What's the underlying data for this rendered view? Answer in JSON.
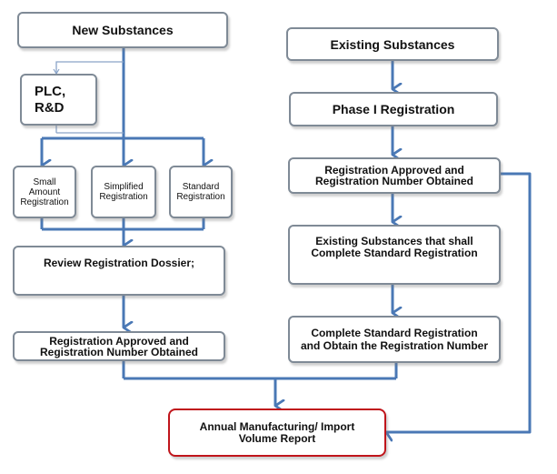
{
  "new_flow": {
    "new_substances": "New Substances",
    "plc_rd": "PLC,\nR&D",
    "small_amount": "Small\nAmount\nRegistration",
    "simplified": "Simplified\nRegistration",
    "standard": "Standard\nRegistration",
    "review": "Review Registration Dossier;",
    "approved": "Registration Approved and\nRegistration Number Obtained"
  },
  "existing_flow": {
    "existing_substances": "Existing Substances",
    "phase1": "Phase I Registration",
    "approved": "Registration Approved and\nRegistration Number Obtained",
    "shall_complete": "Existing Substances that shall\nComplete Standard Registration",
    "complete": "Complete Standard Registration\nand Obtain the Registration Number"
  },
  "final": {
    "annual_report": "Annual Manufacturing/ Import\nVolume Report"
  },
  "colors": {
    "connector": "#4a78b5",
    "box_border": "#7f8a96",
    "final_border": "#c0151b"
  }
}
